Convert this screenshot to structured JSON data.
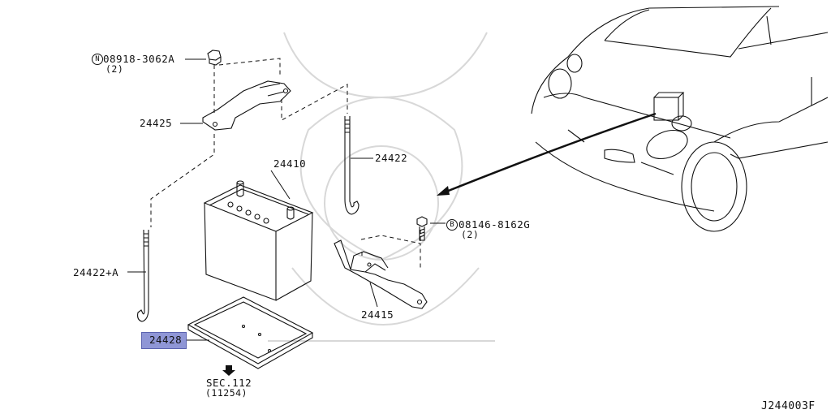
{
  "parts": {
    "nut": {
      "circle_letter": "N",
      "number": "08918-3062A",
      "qty": "(2)"
    },
    "bolt": {
      "circle_letter": "B",
      "number": "08146-8162G",
      "qty": "(2)"
    },
    "p24425": "24425",
    "p24410": "24410",
    "p24422": "24422",
    "p24422a": "24422+A",
    "p24415": "24415",
    "p24428": "24428"
  },
  "section_ref": {
    "sec": "SEC.112",
    "code": "(11254)"
  },
  "diagram_code": "J244003F",
  "highlight_color": "#8f96d6"
}
